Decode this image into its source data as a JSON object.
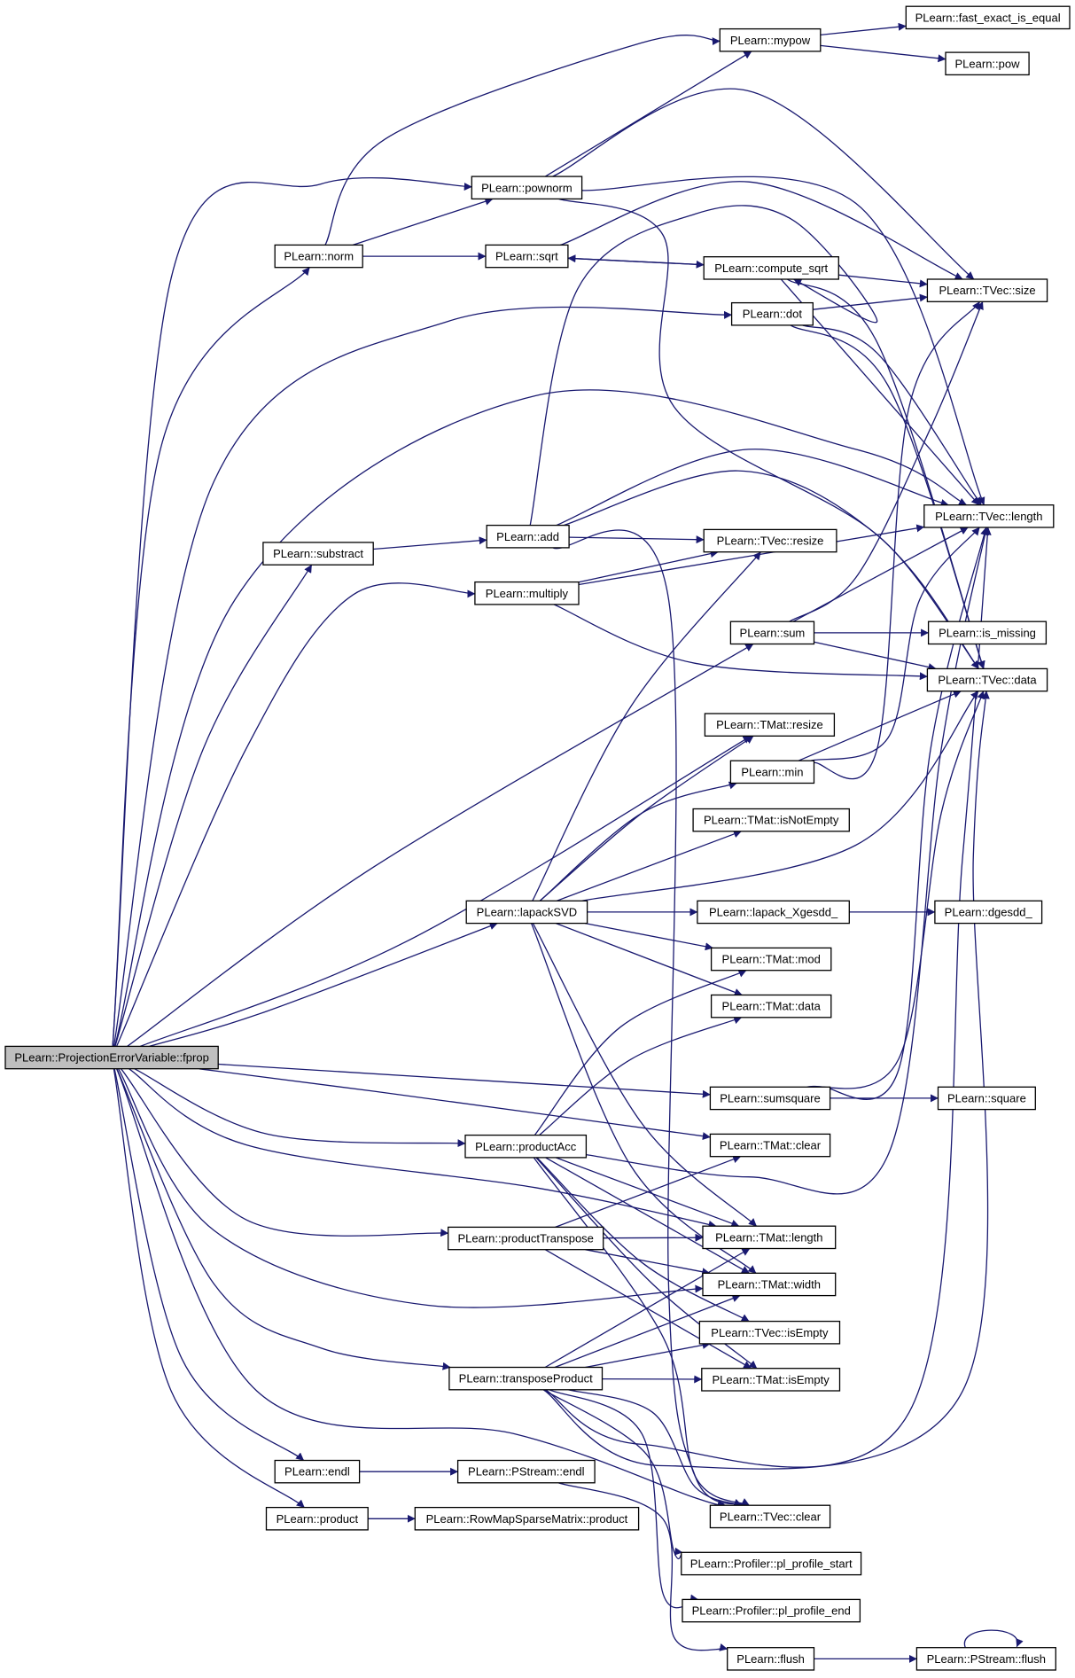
{
  "colors": {
    "edge": "#191970",
    "root_fill": "#bfbfbf",
    "node_fill": "#ffffff",
    "node_border": "#000000"
  },
  "nodes": [
    {
      "id": "fprop",
      "label": "PLearn::ProjectionErrorVariable::fprop",
      "root": true
    },
    {
      "id": "fast_exact_is_equal",
      "label": "PLearn::fast_exact_is_equal"
    },
    {
      "id": "mypow",
      "label": "PLearn::mypow"
    },
    {
      "id": "pow",
      "label": "PLearn::pow"
    },
    {
      "id": "pownorm",
      "label": "PLearn::pownorm"
    },
    {
      "id": "norm",
      "label": "PLearn::norm"
    },
    {
      "id": "sqrt",
      "label": "PLearn::sqrt"
    },
    {
      "id": "compute_sqrt",
      "label": "PLearn::compute_sqrt"
    },
    {
      "id": "tvec_size",
      "label": "PLearn::TVec::size"
    },
    {
      "id": "dot",
      "label": "PLearn::dot"
    },
    {
      "id": "tvec_length",
      "label": "PLearn::TVec::length"
    },
    {
      "id": "add",
      "label": "PLearn::add"
    },
    {
      "id": "tvec_resize",
      "label": "PLearn::TVec::resize"
    },
    {
      "id": "substract",
      "label": "PLearn::substract"
    },
    {
      "id": "multiply",
      "label": "PLearn::multiply"
    },
    {
      "id": "sum",
      "label": "PLearn::sum"
    },
    {
      "id": "is_missing",
      "label": "PLearn::is_missing"
    },
    {
      "id": "tvec_data",
      "label": "PLearn::TVec::data"
    },
    {
      "id": "tmat_resize",
      "label": "PLearn::TMat::resize"
    },
    {
      "id": "min",
      "label": "PLearn::min"
    },
    {
      "id": "tmat_isNotEmpty",
      "label": "PLearn::TMat::isNotEmpty"
    },
    {
      "id": "lapackSVD",
      "label": "PLearn::lapackSVD"
    },
    {
      "id": "lapack_Xgesdd_",
      "label": "PLearn::lapack_Xgesdd_"
    },
    {
      "id": "dgesdd_",
      "label": "PLearn::dgesdd_"
    },
    {
      "id": "tmat_mod",
      "label": "PLearn::TMat::mod"
    },
    {
      "id": "tmat_data",
      "label": "PLearn::TMat::data"
    },
    {
      "id": "sumsquare",
      "label": "PLearn::sumsquare"
    },
    {
      "id": "square",
      "label": "PLearn::square"
    },
    {
      "id": "tmat_clear",
      "label": "PLearn::TMat::clear"
    },
    {
      "id": "productAcc",
      "label": "PLearn::productAcc"
    },
    {
      "id": "productTranspose",
      "label": "PLearn::productTranspose"
    },
    {
      "id": "tmat_length",
      "label": "PLearn::TMat::length"
    },
    {
      "id": "tmat_width",
      "label": "PLearn::TMat::width"
    },
    {
      "id": "tvec_isEmpty",
      "label": "PLearn::TVec::isEmpty"
    },
    {
      "id": "transposeProduct",
      "label": "PLearn::transposeProduct"
    },
    {
      "id": "tmat_isEmpty",
      "label": "PLearn::TMat::isEmpty"
    },
    {
      "id": "endl",
      "label": "PLearn::endl"
    },
    {
      "id": "pstream_endl",
      "label": "PLearn::PStream::endl"
    },
    {
      "id": "tvec_clear",
      "label": "PLearn::TVec::clear"
    },
    {
      "id": "product",
      "label": "PLearn::product"
    },
    {
      "id": "rowmap_product",
      "label": "PLearn::RowMapSparseMatrix::product"
    },
    {
      "id": "pl_profile_start",
      "label": "PLearn::Profiler::pl_profile_start"
    },
    {
      "id": "pl_profile_end",
      "label": "PLearn::Profiler::pl_profile_end"
    },
    {
      "id": "flush",
      "label": "PLearn::flush"
    },
    {
      "id": "pstream_flush",
      "label": "PLearn::PStream::flush"
    }
  ],
  "edges": [
    [
      "mypow",
      "fast_exact_is_equal"
    ],
    [
      "mypow",
      "pow"
    ],
    [
      "pownorm",
      "mypow"
    ],
    [
      "pownorm",
      "tvec_size"
    ],
    [
      "pownorm",
      "tvec_length"
    ],
    [
      "pownorm",
      "tvec_data"
    ],
    [
      "norm",
      "mypow"
    ],
    [
      "norm",
      "pownorm"
    ],
    [
      "norm",
      "sqrt"
    ],
    [
      "sqrt",
      "compute_sqrt"
    ],
    [
      "sqrt",
      "tvec_size"
    ],
    [
      "compute_sqrt",
      "sqrt"
    ],
    [
      "compute_sqrt",
      "tvec_size"
    ],
    [
      "compute_sqrt",
      "tvec_length"
    ],
    [
      "compute_sqrt",
      "tvec_data"
    ],
    [
      "dot",
      "tvec_size"
    ],
    [
      "dot",
      "tvec_length"
    ],
    [
      "dot",
      "tvec_data"
    ],
    [
      "add",
      "tvec_resize"
    ],
    [
      "add",
      "tvec_length"
    ],
    [
      "add",
      "tvec_data"
    ],
    [
      "add",
      "compute_sqrt"
    ],
    [
      "add",
      "tvec_clear"
    ],
    [
      "substract",
      "add"
    ],
    [
      "multiply",
      "tvec_resize"
    ],
    [
      "multiply",
      "tvec_length"
    ],
    [
      "multiply",
      "tvec_data"
    ],
    [
      "sum",
      "is_missing"
    ],
    [
      "sum",
      "tvec_length"
    ],
    [
      "sum",
      "tvec_data"
    ],
    [
      "sum",
      "tvec_size"
    ],
    [
      "min",
      "tvec_size"
    ],
    [
      "min",
      "tvec_length"
    ],
    [
      "min",
      "tvec_data"
    ],
    [
      "lapackSVD",
      "tmat_resize"
    ],
    [
      "lapackSVD",
      "min"
    ],
    [
      "lapackSVD",
      "tmat_isNotEmpty"
    ],
    [
      "lapackSVD",
      "lapack_Xgesdd_"
    ],
    [
      "lapackSVD",
      "tmat_mod"
    ],
    [
      "lapackSVD",
      "tmat_data"
    ],
    [
      "lapackSVD",
      "tvec_data"
    ],
    [
      "lapackSVD",
      "tvec_resize"
    ],
    [
      "lapackSVD",
      "tmat_length"
    ],
    [
      "lapackSVD",
      "tmat_width"
    ],
    [
      "lapack_Xgesdd_",
      "dgesdd_"
    ],
    [
      "sumsquare",
      "square"
    ],
    [
      "sumsquare",
      "tvec_length"
    ],
    [
      "sumsquare",
      "tvec_data"
    ],
    [
      "productAcc",
      "tmat_mod"
    ],
    [
      "productAcc",
      "tmat_data"
    ],
    [
      "productAcc",
      "tmat_length"
    ],
    [
      "productAcc",
      "tmat_width"
    ],
    [
      "productAcc",
      "tvec_isEmpty"
    ],
    [
      "productAcc",
      "tmat_isEmpty"
    ],
    [
      "productAcc",
      "tvec_length"
    ],
    [
      "productAcc",
      "tvec_clear"
    ],
    [
      "productTranspose",
      "tmat_length"
    ],
    [
      "productTranspose",
      "tmat_width"
    ],
    [
      "productTranspose",
      "tmat_isEmpty"
    ],
    [
      "productTranspose",
      "tmat_clear"
    ],
    [
      "transposeProduct",
      "tmat_length"
    ],
    [
      "transposeProduct",
      "tmat_width"
    ],
    [
      "transposeProduct",
      "tvec_isEmpty"
    ],
    [
      "transposeProduct",
      "tmat_isEmpty"
    ],
    [
      "transposeProduct",
      "tvec_clear"
    ],
    [
      "transposeProduct",
      "tvec_length"
    ],
    [
      "transposeProduct",
      "tvec_data"
    ],
    [
      "transposeProduct",
      "pl_profile_start"
    ],
    [
      "transposeProduct",
      "pl_profile_end"
    ],
    [
      "endl",
      "pstream_endl"
    ],
    [
      "pstream_endl",
      "flush"
    ],
    [
      "product",
      "rowmap_product"
    ],
    [
      "flush",
      "pstream_flush"
    ],
    [
      "pstream_flush",
      "pstream_flush"
    ],
    [
      "fprop",
      "norm"
    ],
    [
      "fprop",
      "pownorm"
    ],
    [
      "fprop",
      "dot"
    ],
    [
      "fprop",
      "tvec_length"
    ],
    [
      "fprop",
      "substract"
    ],
    [
      "fprop",
      "multiply"
    ],
    [
      "fprop",
      "sum"
    ],
    [
      "fprop",
      "tmat_resize"
    ],
    [
      "fprop",
      "lapackSVD"
    ],
    [
      "fprop",
      "sumsquare"
    ],
    [
      "fprop",
      "tmat_clear"
    ],
    [
      "fprop",
      "productAcc"
    ],
    [
      "fprop",
      "tmat_length"
    ],
    [
      "fprop",
      "productTranspose"
    ],
    [
      "fprop",
      "tmat_width"
    ],
    [
      "fprop",
      "transposeProduct"
    ],
    [
      "fprop",
      "tvec_clear"
    ],
    [
      "fprop",
      "endl"
    ],
    [
      "fprop",
      "product"
    ]
  ]
}
